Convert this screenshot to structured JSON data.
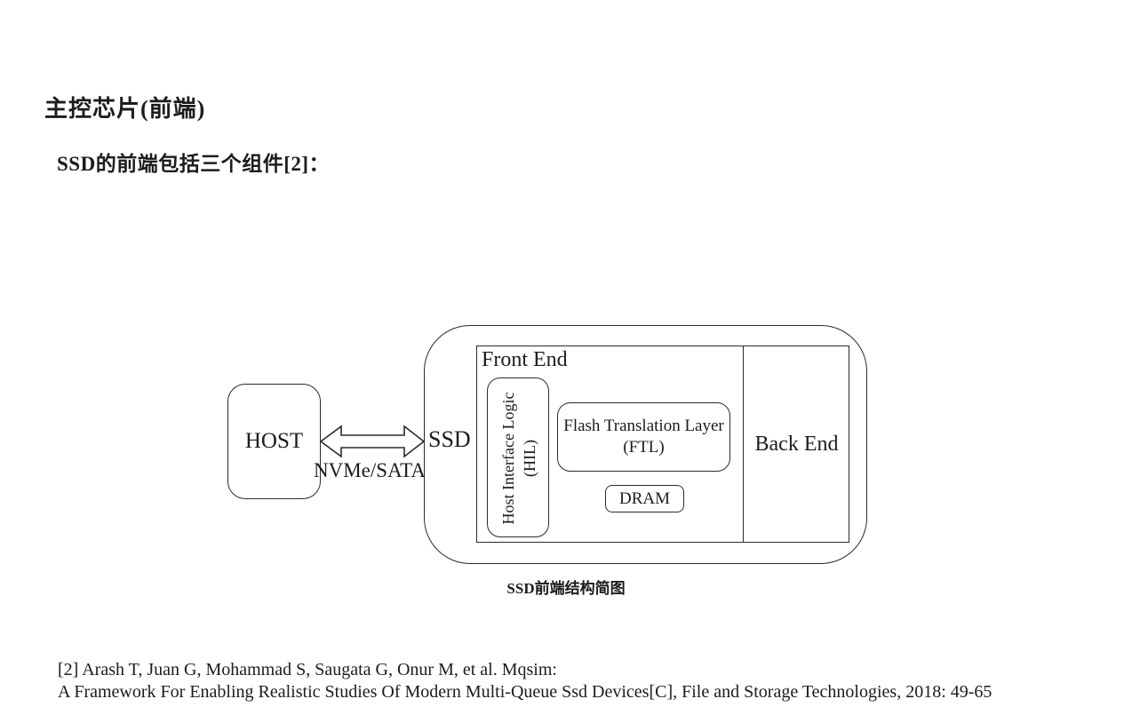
{
  "page": {
    "title": "主控芯片(前端)",
    "intro": "SSD的前端包括三个组件[2]："
  },
  "diagram": {
    "host_label": "HOST",
    "ssd_label": "SSD",
    "bus_label": "NVMe/SATA",
    "front_end_label": "Front End",
    "back_end_label": "Back End",
    "hil_line1": "Host Interface Logic",
    "hil_line2": "(HIL)",
    "ftl_line1": "Flash Translation Layer",
    "ftl_line2": "(FTL)",
    "dram_label": "DRAM",
    "caption": "SSD前端结构简图",
    "line_color": "#2b2b2b",
    "background_color": "#ffffff"
  },
  "reference": {
    "line1": "[2] Arash T, Juan G, Mohammad S, Saugata G, Onur M, et al. Mqsim:",
    "line2": "A Framework For Enabling Realistic Studies Of Modern Multi-Queue Ssd Devices[C], File and Storage Technologies, 2018: 49-65"
  }
}
